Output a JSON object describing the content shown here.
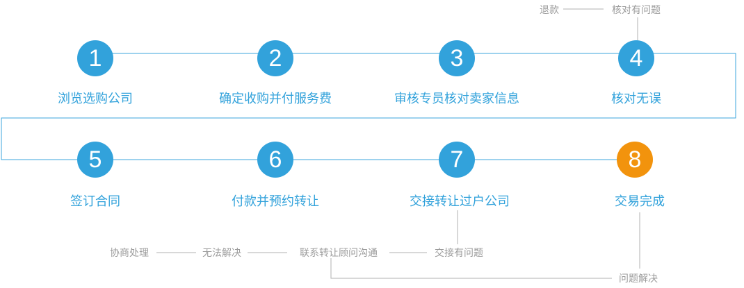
{
  "colors": {
    "blue": "#32a2db",
    "orange": "#f2930d",
    "line_blue": "#3ba6dc",
    "line_gray": "#b0b0b0",
    "gray_text": "#9b9b9b"
  },
  "steps": [
    {
      "num": "1",
      "label": "浏览选购公司"
    },
    {
      "num": "2",
      "label": "确定收购并付服务费"
    },
    {
      "num": "3",
      "label": "审核专员核对卖家信息"
    },
    {
      "num": "4",
      "label": "核对无误"
    },
    {
      "num": "5",
      "label": "签订合同"
    },
    {
      "num": "6",
      "label": "付款并预约转让"
    },
    {
      "num": "7",
      "label": "交接转让过户公司"
    },
    {
      "num": "8",
      "label": "交易完成"
    }
  ],
  "annotations": {
    "refund": "退款",
    "check_problem": "核对有问题",
    "negotiate": "协商处理",
    "cannot_resolve": "无法解决",
    "contact_consultant": "联系转让顾问沟通",
    "handover_problem": "交接有问题",
    "problem_resolved": "问题解决"
  }
}
